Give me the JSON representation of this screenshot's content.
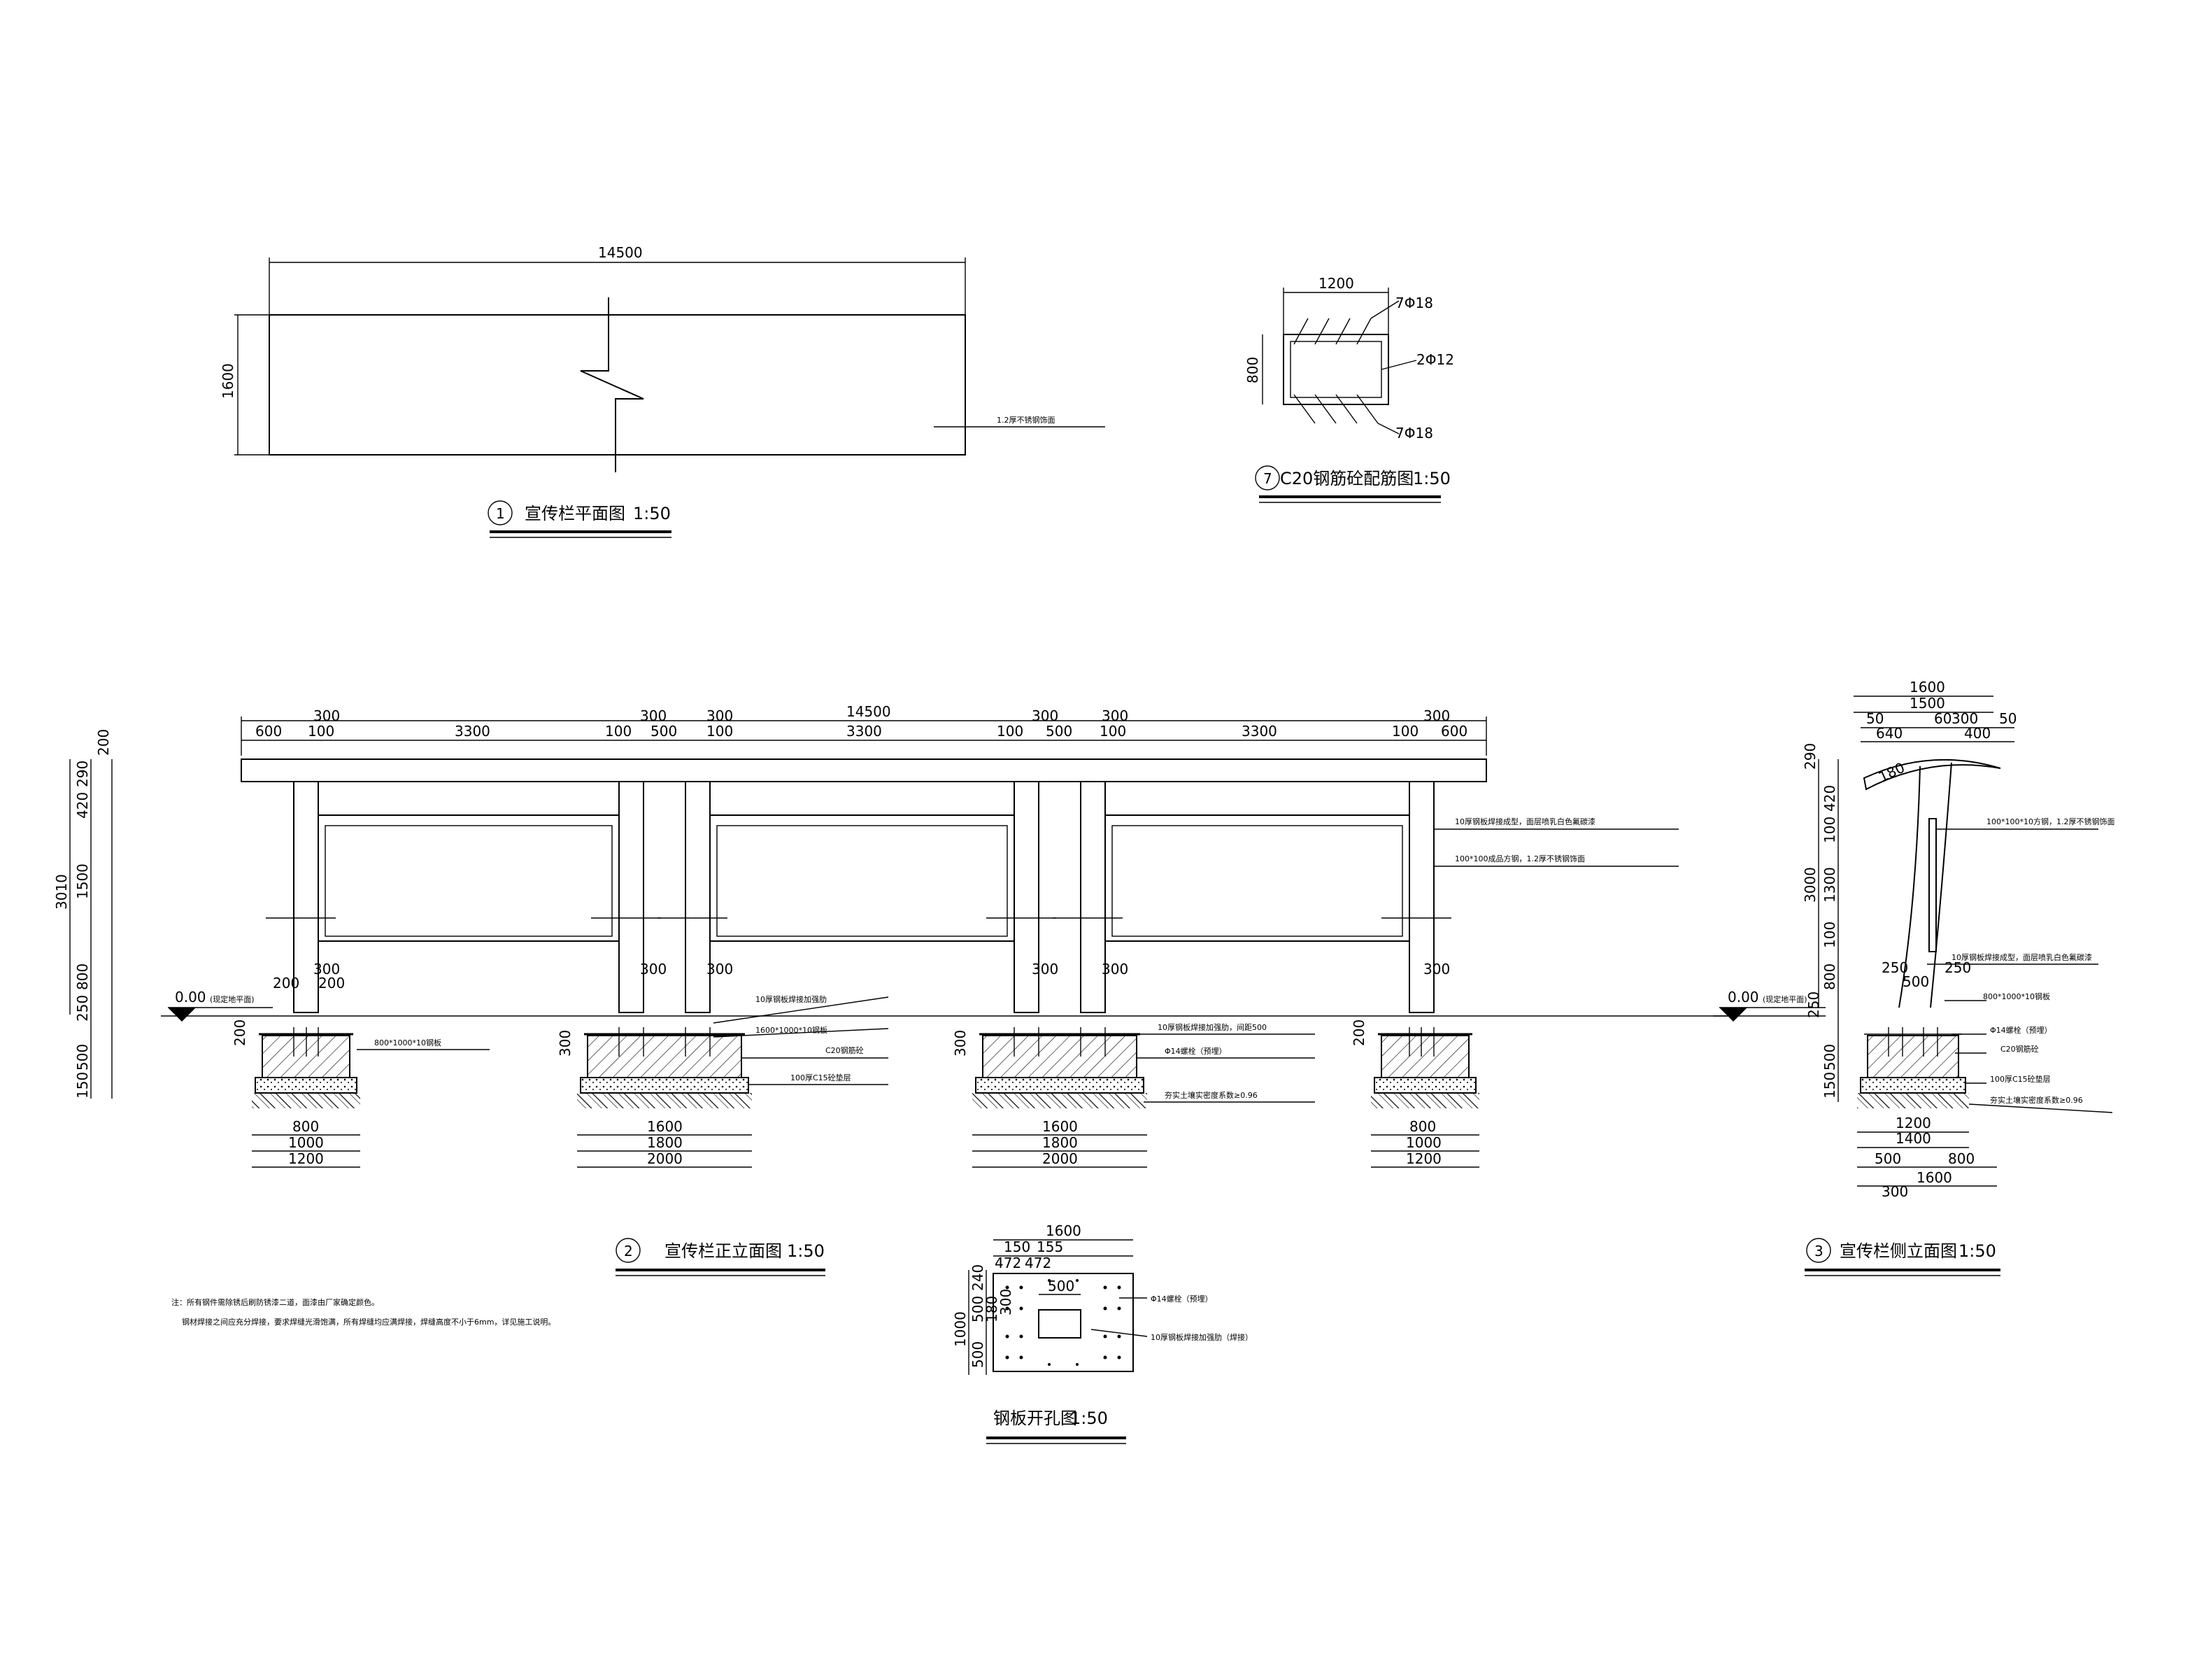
{
  "plan": {
    "title": "宣传栏平面图",
    "number": "1",
    "scale": "1:50",
    "dim_length": "14500",
    "dim_width": "1600",
    "leader_note": "1.2厚不锈钢饰面"
  },
  "rebar": {
    "title": "C20钢筋砼配筋图",
    "number": "7",
    "scale": "1:50",
    "dim_width": "1200",
    "dim_height": "800",
    "top_bars": "7Φ18",
    "mid_bars": "2Φ12",
    "bottom_bars": "7Φ18"
  },
  "front": {
    "title": "宣传栏正立面图",
    "number": "2",
    "scale": "1:50",
    "dim_total": "14500",
    "top_dims": [
      "600",
      "100",
      "3300",
      "100",
      "500",
      "100",
      "3300",
      "100",
      "500",
      "100",
      "3300",
      "100",
      "600"
    ],
    "top_dims_300": [
      "300",
      "300",
      "300",
      "300",
      "300",
      "300"
    ],
    "left_dims": [
      "200",
      "290",
      "420",
      "3010",
      "1500",
      "800",
      "250",
      "500",
      "150"
    ],
    "right_dims_inner": [
      "100",
      "420",
      "290"
    ],
    "level_label": "0.00",
    "level_note": "(现定地平面)",
    "notes": {
      "n1": "10厚钢板焊接成型，面层喷乳白色氟碳漆",
      "n2": "100*100成品方钢，1.2厚不锈钢饰面",
      "n3": "10厚钢板焊接加强肋",
      "n4": "1600*1000*10钢板",
      "n5": "C20钢筋砼",
      "n6": "100厚C15砼垫层",
      "n7": "800*1000*10钢板",
      "n8": "10厚钢板焊接加强肋，间距500",
      "n9": "Φ14螺栓（预埋）",
      "n10": "夯实土壤实密度系数≥0.96"
    },
    "footing_dims": {
      "small": [
        "800",
        "1000",
        "1200"
      ],
      "large": [
        "1600",
        "1800",
        "2000"
      ]
    },
    "post_dims": [
      "200",
      "200",
      "300"
    ],
    "footing_height": [
      "200",
      "300"
    ]
  },
  "side": {
    "title": "宣传栏侧立面图",
    "number": "3",
    "scale": "1:50",
    "top_dims": [
      "1600",
      "1500",
      "50",
      "60",
      "300",
      "50",
      "640",
      "400"
    ],
    "left_dims": [
      "290",
      "420",
      "100",
      "3000",
      "1300",
      "100",
      "800",
      "250",
      "500",
      "150"
    ],
    "label_180": "180",
    "level_label": "0.00",
    "level_note": "(现定地平面)",
    "notes": {
      "n1": "100*100*10方钢，1.2厚不锈钢饰面",
      "n2": "10厚钢板焊接成型，面层喷乳白色氟碳漆",
      "n3": "800*1000*10钢板",
      "n4": "Φ14螺栓（预埋）",
      "n5": "C20钢筋砼",
      "n6": "100厚C15砼垫层",
      "n7": "夯实土壤实密度系数≥0.96"
    },
    "base_dims": [
      "250",
      "250",
      "500",
      "1200",
      "1400",
      "500",
      "800",
      "300",
      "1600"
    ]
  },
  "plate": {
    "title": "钢板开孔图",
    "scale": "1:50",
    "top_dims": [
      "1600",
      "150",
      "155",
      "472",
      "472"
    ],
    "left_dims": [
      "240",
      "500",
      "180",
      "300",
      "1000",
      "500"
    ],
    "inner_dim": "500",
    "note_bolt": "Φ14螺栓（预埋）",
    "note_rib": "10厚钢板焊接加强肋（焊接）"
  },
  "general_notes": {
    "line1": "注：所有钢件需除锈后刷防锈漆二道，面漆由厂家确定颜色。",
    "line2": "钢材焊接之间应充分焊接，要求焊缝光滑饱满，所有焊缝均应满焊接，焊缝高度不小于6mm，详见施工说明。"
  }
}
